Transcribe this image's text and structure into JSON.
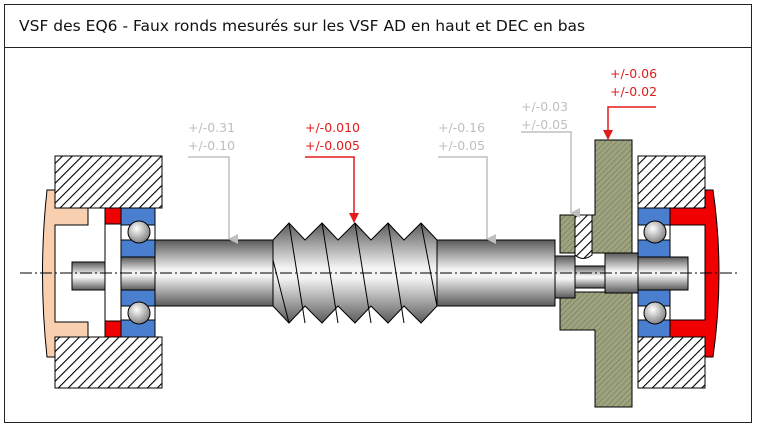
{
  "title": "VSF des EQ6 - Faux ronds mesurés sur les VSF AD en haut et DEC en bas",
  "annotations": [
    {
      "id": "shaft-left",
      "top": "+/-0.31",
      "bottom": "+/-0.10",
      "color": "#bfbfbf"
    },
    {
      "id": "worm",
      "top": "+/-0.010",
      "bottom": "+/-0.005",
      "color": "#e31b1b"
    },
    {
      "id": "shaft-right",
      "top": "+/-0.16",
      "bottom": "+/-0.05",
      "color": "#bfbfbf"
    },
    {
      "id": "coupling-hub",
      "top": "+/-0.03",
      "bottom": "+/-0.05",
      "color": "#bfbfbf"
    },
    {
      "id": "gear-flange",
      "top": "+/-0.06",
      "bottom": "+/-0.02",
      "color": "#e31b1b"
    }
  ],
  "colors": {
    "bearing": "#4a7fcf",
    "red_part": "#f00000",
    "peach_cap": "#f8d0b0",
    "gear": "#9da27f"
  }
}
